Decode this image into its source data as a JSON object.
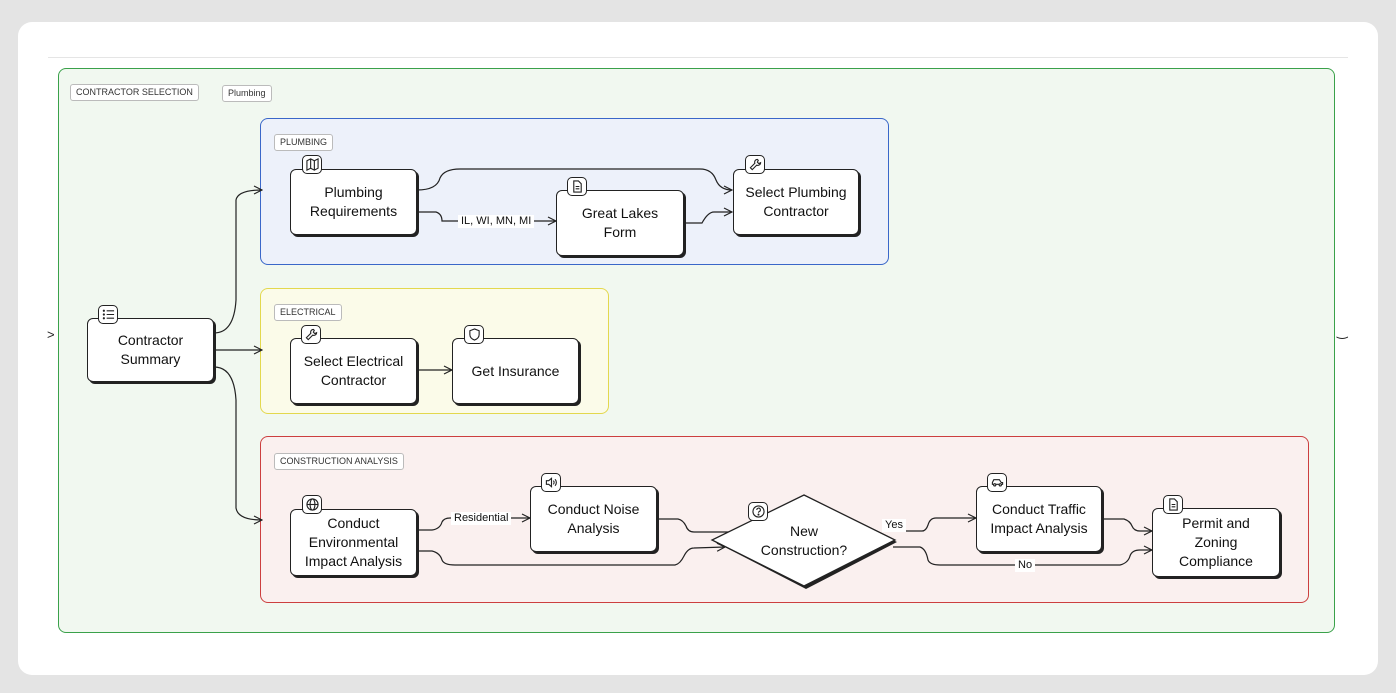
{
  "groups": {
    "contractor_selection": "CONTRACTOR SELECTION",
    "plumbing_badge": "Plumbing",
    "plumbing": "PLUMBING",
    "electrical": "ELECTRICAL",
    "construction_analysis": "CONSTRUCTION ANALYSIS"
  },
  "nodes": {
    "contractor_summary": "Contractor\nSummary",
    "plumbing_requirements": "Plumbing\nRequirements",
    "great_lakes_form": "Great Lakes\nForm",
    "select_plumbing": "Select Plumbing\nContractor",
    "select_electrical": "Select Electrical\nContractor",
    "get_insurance": "Get Insurance",
    "environmental": "Conduct\nEnvironmental\nImpact Analysis",
    "noise": "Conduct Noise\nAnalysis",
    "new_construction": "New\nConstruction?",
    "traffic": "Conduct Traffic\nImpact Analysis",
    "permit": "Permit and\nZoning\nCompliance"
  },
  "edge_labels": {
    "states": "IL, WI, MN, MI",
    "residential": "Residential",
    "yes": "Yes",
    "no": "No"
  },
  "icons": {
    "contractor_summary": "list-icon",
    "plumbing_requirements": "map-icon",
    "great_lakes_form": "document-icon",
    "select_plumbing": "wrench-icon",
    "select_electrical": "wrench-icon",
    "get_insurance": "shield-icon",
    "environmental": "globe-icon",
    "noise": "speaker-icon",
    "new_construction": "question-icon",
    "traffic": "car-icon",
    "permit": "document-icon"
  },
  "colors": {
    "contractor_selection": "#3aa14a",
    "plumbing": "#3a67c9",
    "electrical": "#e3d84e",
    "construction_analysis": "#cc3f3f"
  }
}
